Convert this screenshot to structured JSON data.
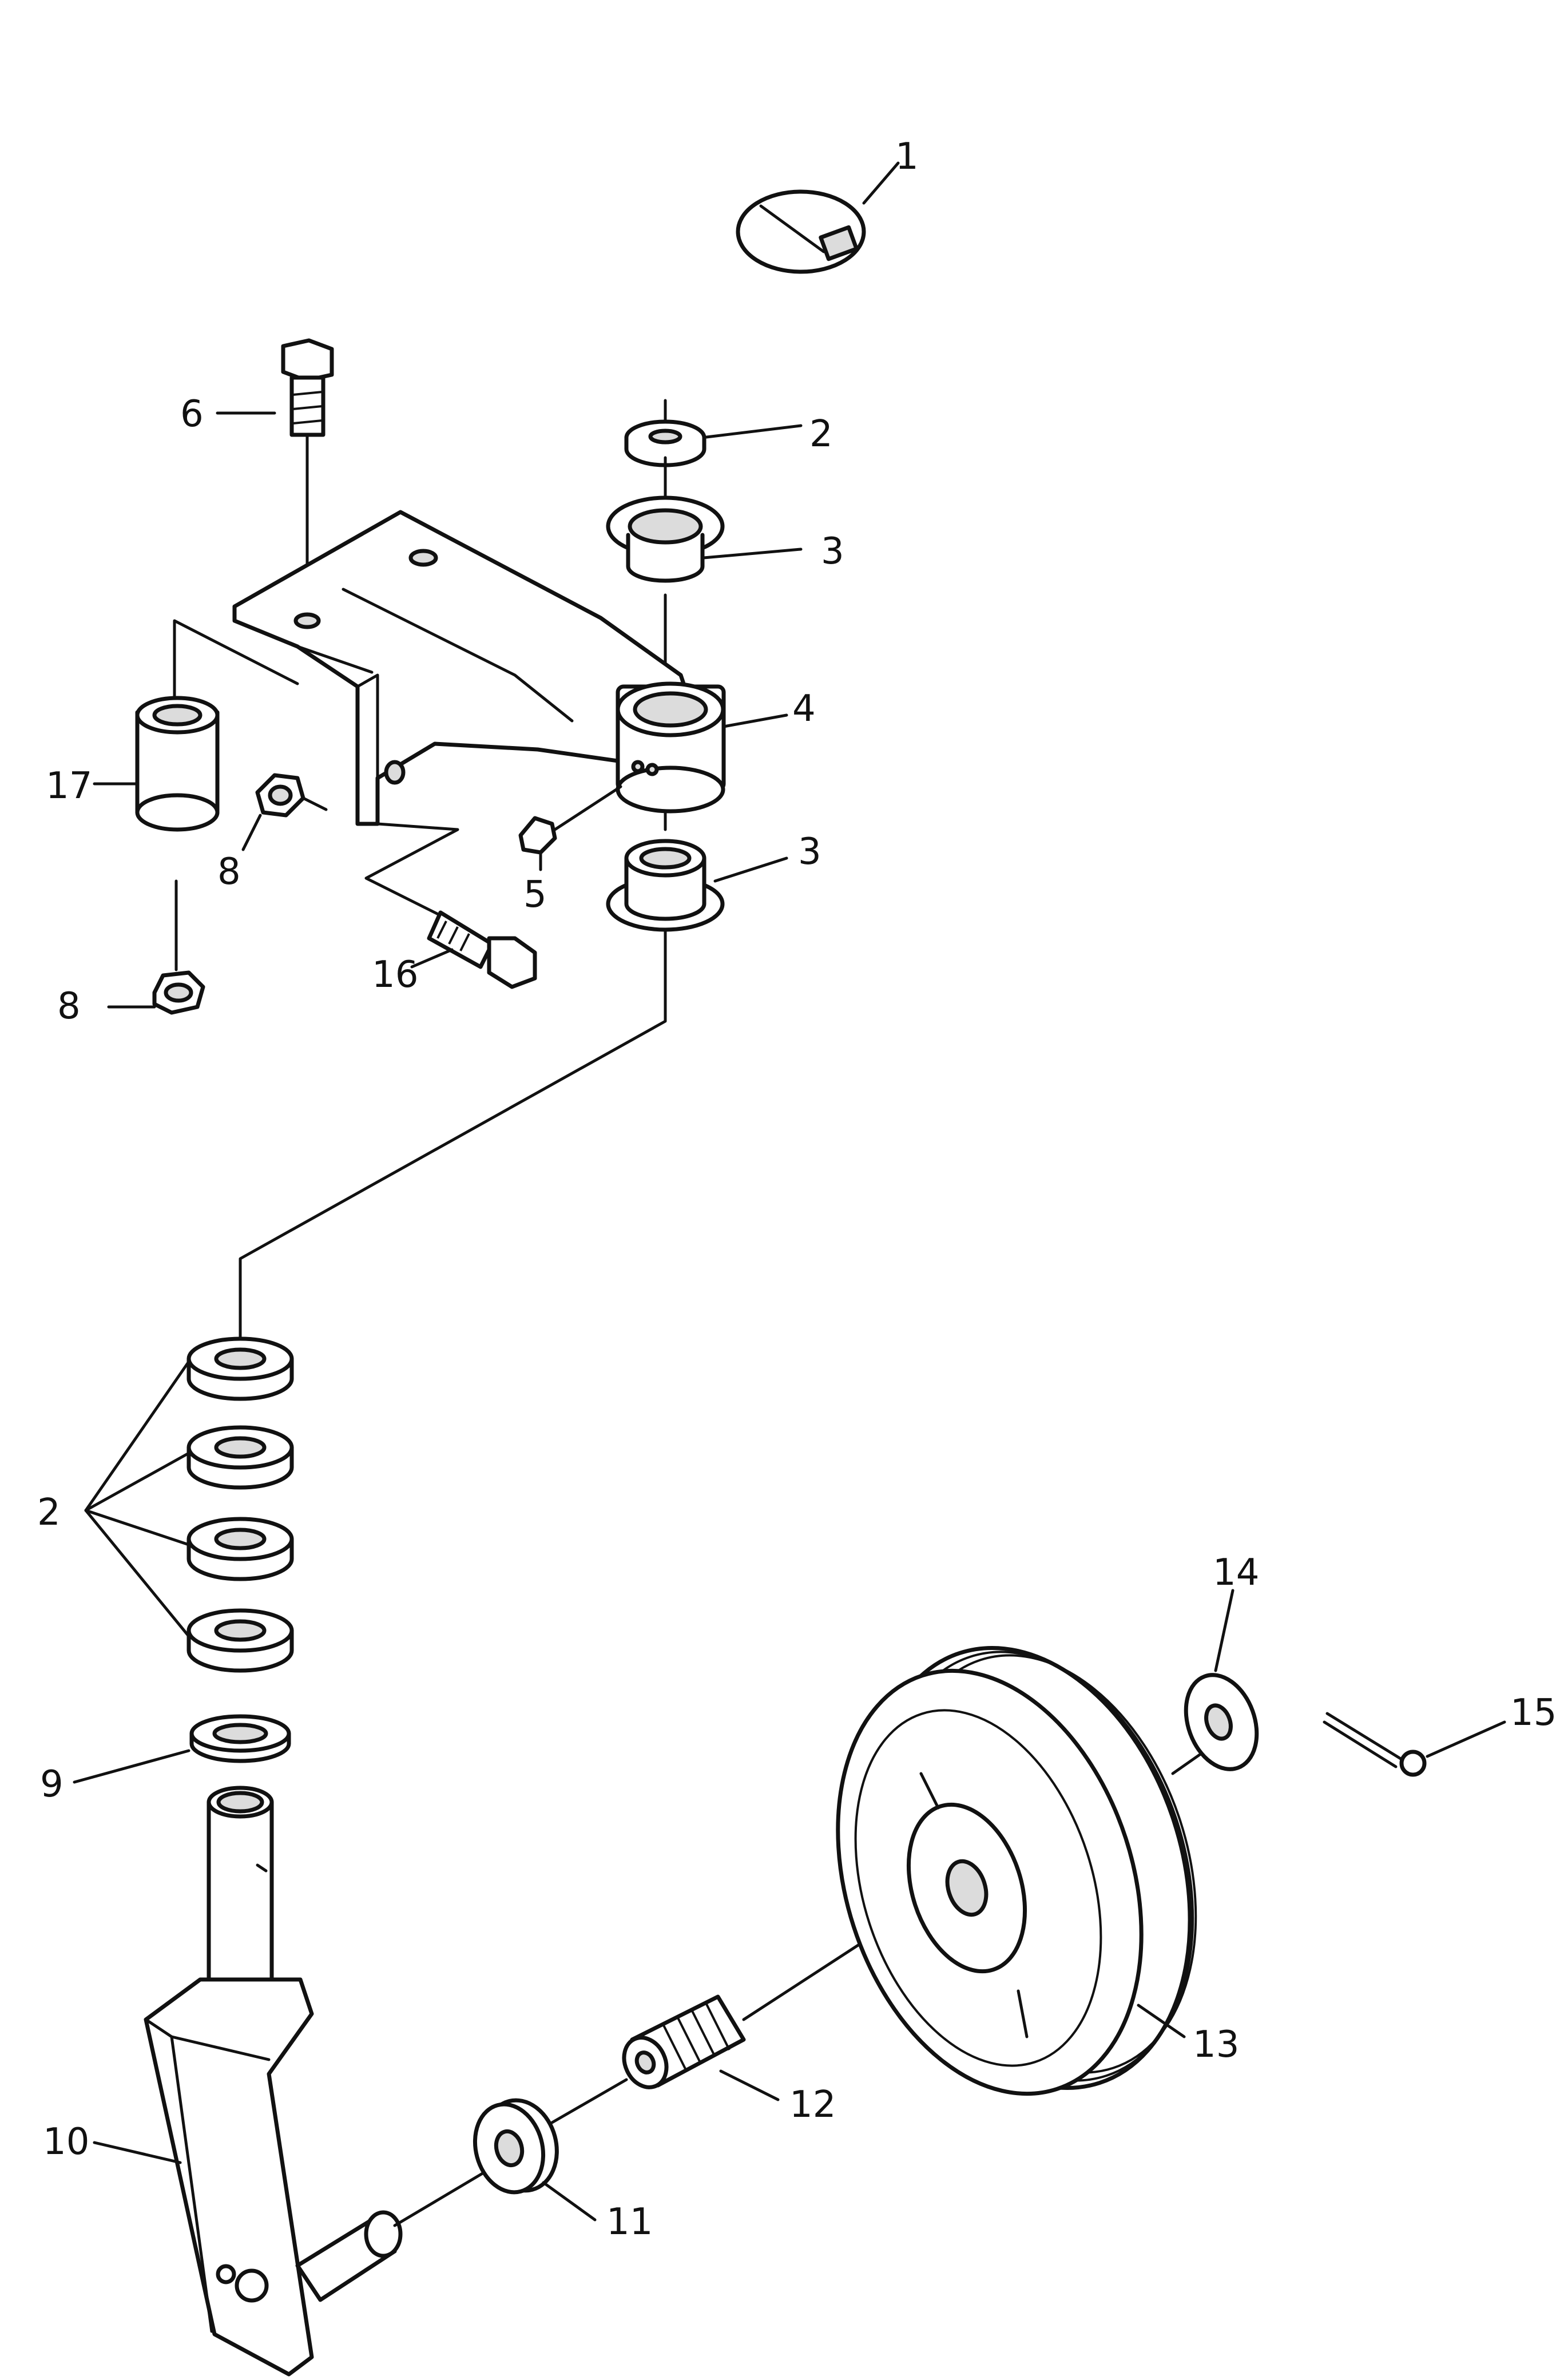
{
  "diagram": {
    "callouts": {
      "c1": "1",
      "c2a": "2",
      "c2b": "2",
      "c3a": "3",
      "c3b": "3",
      "c4": "4",
      "c5": "5",
      "c6": "6",
      "c8a": "8",
      "c8b": "8",
      "c9": "9",
      "c10": "10",
      "c11": "11",
      "c12": "12",
      "c13": "13",
      "c14": "14",
      "c15": "15",
      "c16": "16",
      "c17": "17"
    }
  }
}
